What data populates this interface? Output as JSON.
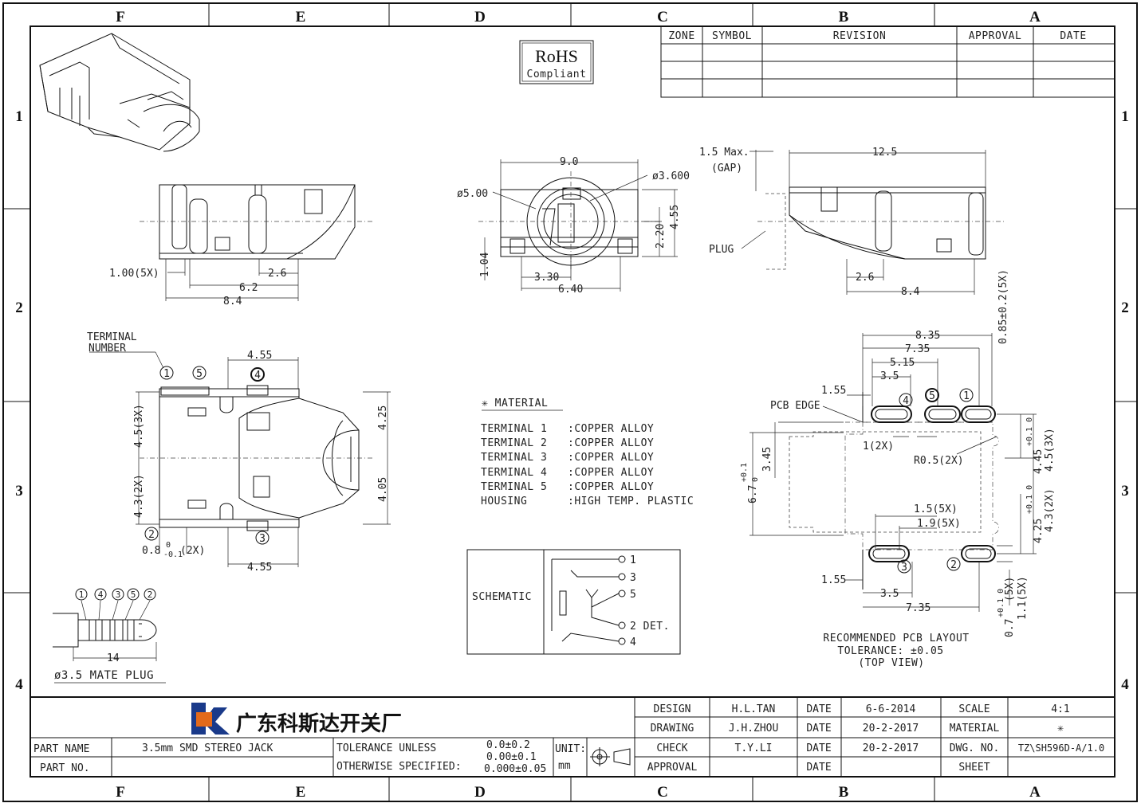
{
  "border": {
    "columns": [
      "F",
      "E",
      "D",
      "C",
      "B",
      "A"
    ],
    "rows": [
      "1",
      "2",
      "3",
      "4"
    ]
  },
  "rohs": {
    "title": "RoHS",
    "subtitle": "Compliant"
  },
  "revision_table": {
    "headers": [
      "ZONE",
      "SYMBOL",
      "REVISION",
      "APPROVAL",
      "DATE"
    ]
  },
  "front_view": {
    "d1": "1.00(5X)",
    "d2": "2.6",
    "d3": "6.2",
    "d4": "8.4"
  },
  "end_view": {
    "d_width": "9.0",
    "d_hole": "ø3.600",
    "d_outer": "ø5.00",
    "d_h1": "4.55",
    "d_h2": "2.20",
    "d_left": "1.04",
    "d_b1": "3.30",
    "d_b2": "6.40"
  },
  "side_view": {
    "gap1": "1.5 Max.",
    "gap2": "(GAP)",
    "plug": "PLUG",
    "d_top": "12.5",
    "d_b1": "2.6",
    "d_b2": "8.4"
  },
  "top_view": {
    "terminal_label1": "TERMINAL",
    "terminal_label2": "NUMBER",
    "d_top": "4.55",
    "d_bottom": "4.55",
    "d_l1": "4.5(3X)",
    "d_l2": "4.3(2X)",
    "d_r1": "4.25",
    "d_r2": "4.05",
    "d_foot": "0.8",
    "d_foot_tol_up": "0",
    "d_foot_tol_dn": "-0.1",
    "d_foot_n": "(2X)",
    "pins": [
      "1",
      "5",
      "4",
      "2",
      "3"
    ]
  },
  "material": {
    "title": "✳ MATERIAL",
    "lines": [
      [
        "TERMINAL 1",
        ":COPPER ALLOY"
      ],
      [
        "TERMINAL 2",
        ":COPPER ALLOY"
      ],
      [
        "TERMINAL 3",
        ":COPPER ALLOY"
      ],
      [
        "TERMINAL 4",
        ":COPPER ALLOY"
      ],
      [
        "TERMINAL 5",
        ":COPPER ALLOY"
      ],
      [
        "HOUSING",
        ":HIGH TEMP. PLASTIC"
      ]
    ]
  },
  "schematic": {
    "label": "SCHEMATIC",
    "pins": [
      "1",
      "3",
      "5",
      "2 DET.",
      "4"
    ]
  },
  "plug": {
    "pins": [
      "1",
      "4",
      "3",
      "5",
      "2"
    ],
    "d_len": "14",
    "caption": "ø3.5 MATE PLUG"
  },
  "pcb": {
    "d1": "8.35",
    "d2": "7.35",
    "d3": "5.15",
    "d4": "3.5",
    "d5": "1.55",
    "pcb_edge": "PCB EDGE",
    "d6": "1(2X)",
    "d7": "R0.5(2X)",
    "d8": "3.45",
    "d9": "6.7",
    "d9_tol_up": "+0.1",
    "d9_tol_dn": "0",
    "d10": "1.5(5X)",
    "d11": "1.9(5X)",
    "d12": "1.55",
    "d13": "3.5",
    "d14": "7.35",
    "d15": "0.85±0.2(5X)",
    "d16": "4.45",
    "d16_tol": "+0.1 0",
    "d17": "4.5(3X)",
    "d18": "4.25",
    "d18_tol": "+0.1 0",
    "d19": "4.3(2X)",
    "d20": "0.7",
    "d20_tol": "+0.1 0",
    "d20_n": "(5X)",
    "d21": "1.1(5X)",
    "pins_top": [
      "4",
      "5",
      "1"
    ],
    "pins_bot": [
      "3",
      "2"
    ],
    "caption1": "RECOMMENDED PCB LAYOUT",
    "caption2": "TOLERANCE: ±0.05",
    "caption3": "(TOP VIEW)"
  },
  "title_block": {
    "company": "广东科斯达开关厂",
    "part_name_label": "PART NAME",
    "part_name": "3.5mm SMD STEREO JACK",
    "part_no_label": "PART NO.",
    "tol1": "TOLERANCE UNLESS",
    "tol2": "OTHERWISE SPECIFIED:",
    "tol_v1": "0.0±0.2",
    "tol_v2": "0.00±0.1",
    "tol_v3": "0.000±0.05",
    "unit_label": "UNIT:",
    "unit": "mm",
    "design": "DESIGN",
    "design_by": "H.L.TAN",
    "date_label": "DATE",
    "design_date": "6-6-2014",
    "drawing": "DRAWING",
    "drawing_by": "J.H.ZHOU",
    "drawing_date": "20-2-2017",
    "check": "CHECK",
    "check_by": "T.Y.LI",
    "check_date": "20-2-2017",
    "approval": "APPROVAL",
    "scale_label": "SCALE",
    "scale": "4:1",
    "material_label": "MATERIAL",
    "material": "✳",
    "dwg_label": "DWG. NO.",
    "dwg": "TZ\\SH596D-A/1.0",
    "sheet_label": "SHEET"
  }
}
